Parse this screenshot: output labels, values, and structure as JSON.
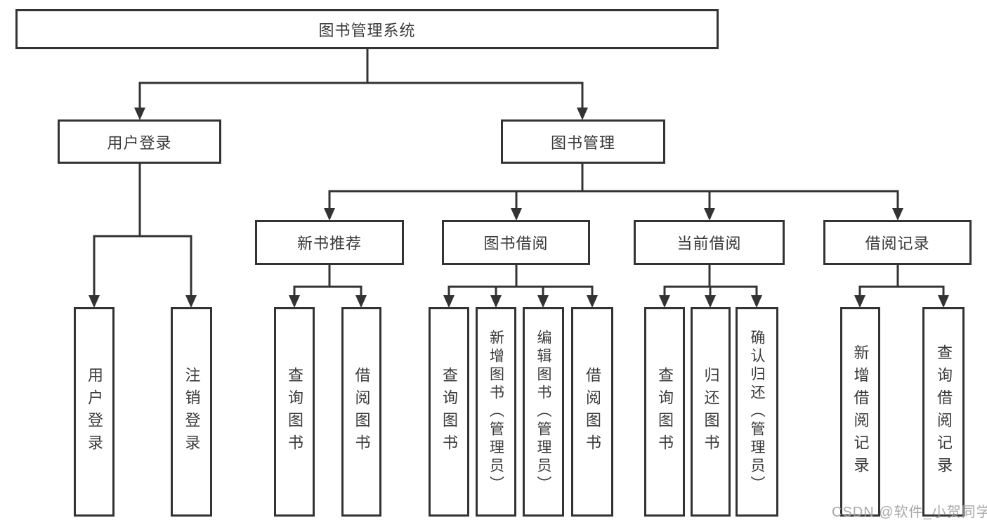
{
  "diagram": {
    "title": "图书管理系统",
    "root": {
      "label": "图书管理系统"
    },
    "level2": {
      "user_login": {
        "label": "用户登录"
      },
      "book_management": {
        "label": "图书管理"
      }
    },
    "level3": {
      "new_book_recommend": {
        "label": "新书推荐"
      },
      "book_borrow": {
        "label": "图书借阅"
      },
      "current_borrow": {
        "label": "当前借阅"
      },
      "borrow_record": {
        "label": "借阅记录"
      }
    },
    "leaves": {
      "user_login": [
        "用户登录",
        "注销登录"
      ],
      "new_book_recommend": [
        "查询图书",
        "借阅图书"
      ],
      "book_borrow": [
        "查询图书",
        "新增图书（管理员）",
        "编辑图书（管理员）",
        "借阅图书"
      ],
      "current_borrow": [
        "查询图书",
        "归还图书",
        "确认归还（管理员）"
      ],
      "borrow_record": [
        "新增借阅记录",
        "查询借阅记录"
      ]
    }
  },
  "watermark": "CSDN @软件_小贺同学",
  "colors": {
    "line": "#333333",
    "box_border": "#333333",
    "text": "#3a3a3a",
    "background": "#ffffff",
    "watermark": "#9e9ea4"
  }
}
